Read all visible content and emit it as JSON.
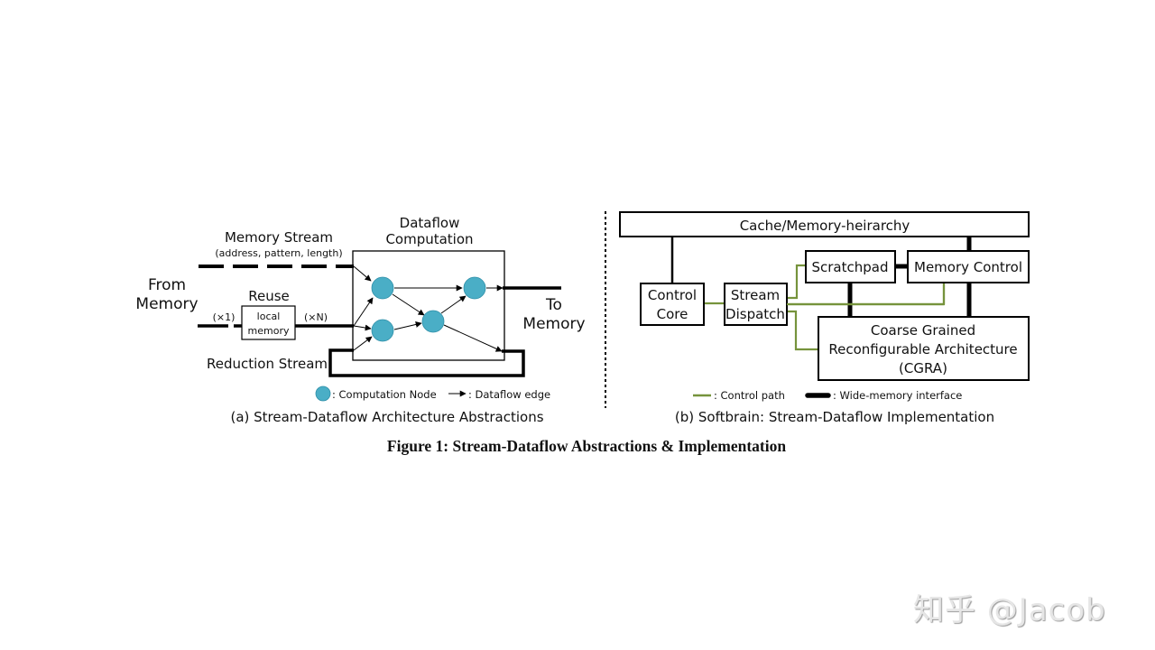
{
  "figure": {
    "caption": "Figure 1: Stream-Dataflow Abstractions & Implementation",
    "panel_a": {
      "subtitle": "(a) Stream-Dataflow Architecture Abstractions",
      "memory_stream": {
        "title": "Memory Stream",
        "params": "(address, pattern, length)"
      },
      "from_memory": [
        "From",
        "Memory"
      ],
      "to_memory": [
        "To",
        "Memory"
      ],
      "reuse": {
        "title": "Reuse",
        "box_lines": [
          "local",
          "memory"
        ],
        "in_label": "(×1)",
        "out_label": "(×N)"
      },
      "dataflow": [
        "Dataflow",
        "Computation"
      ],
      "reduction_stream": "Reduction Stream",
      "nodes": [
        "n1",
        "n2",
        "n3",
        "n4"
      ],
      "legend": {
        "node": ": Computation Node",
        "edge": ": Dataflow edge"
      },
      "colors": {
        "node": "#4aaec6",
        "node_stroke": "#2f8fa8"
      }
    },
    "panel_b": {
      "subtitle": "(b) Softbrain: Stream-Dataflow Implementation",
      "cache": "Cache/Memory-heirarchy",
      "control_core": [
        "Control",
        "Core"
      ],
      "stream_dispatch": [
        "Stream",
        "Dispatch"
      ],
      "scratchpad": "Scratchpad",
      "memory_control": "Memory Control",
      "cgra": [
        "Coarse Grained",
        "Reconfigurable Architecture",
        "(CGRA)"
      ],
      "legend": {
        "control": ": Control path",
        "wide": ": Wide-memory interface"
      },
      "colors": {
        "control_path": "#76933c",
        "wide": "#000000"
      }
    }
  },
  "watermark": "知乎 @Jacob"
}
